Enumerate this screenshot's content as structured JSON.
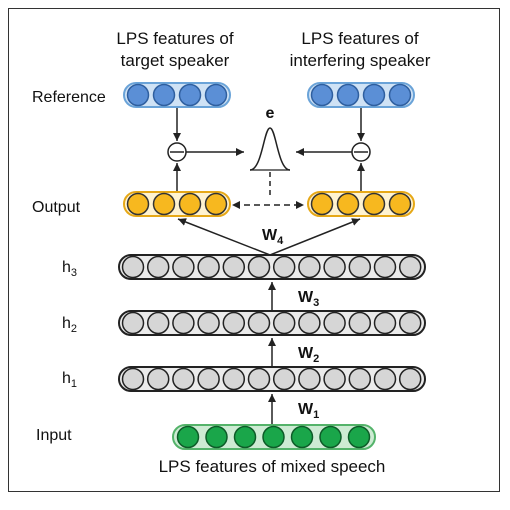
{
  "labels": {
    "target_title_line1": "LPS features of",
    "target_title_line2": "target speaker",
    "interfering_title_line1": "LPS features of",
    "interfering_title_line2": "interfering speaker",
    "reference": "Reference",
    "output": "Output",
    "input": "Input",
    "h3_base": "h",
    "h3_sub": "3",
    "h2_base": "h",
    "h2_sub": "2",
    "h1_base": "h",
    "h1_sub": "1",
    "error": "e",
    "w4_base": "W",
    "w4_sub": "4",
    "w3_base": "W",
    "w3_sub": "3",
    "w2_base": "W",
    "w2_sub": "2",
    "w1_base": "W",
    "w1_sub": "1",
    "bottom_caption": "LPS features of mixed speech"
  },
  "colors": {
    "reference_fill": "#5b8fd6",
    "reference_box": "#cfe2f5",
    "reference_border": "#6aa3d8",
    "output_fill": "#f7b81f",
    "output_box": "#fff3d0",
    "output_border": "#e6a817",
    "hidden_fill": "#d6d6d6",
    "hidden_box": "#ebebeb",
    "input_fill": "#1aa64a",
    "input_box": "#cdebd3",
    "input_border": "#54b36a"
  },
  "layers": {
    "reference_units": 4,
    "output_units": 4,
    "hidden_units": 12,
    "input_units": 7
  }
}
